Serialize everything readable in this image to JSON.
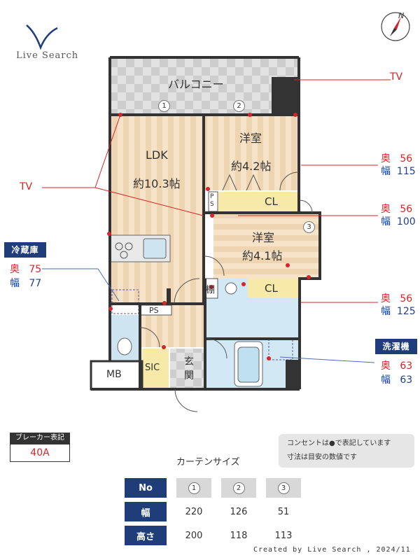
{
  "logo": {
    "text": "Live Search"
  },
  "compass": {
    "label": "N"
  },
  "rooms": {
    "balcony": "バルコニー",
    "ldk_name": "LDK",
    "ldk_size": "約10.3帖",
    "room1_name": "洋室",
    "room1_size": "約4.2帖",
    "room2_name": "洋室",
    "room2_size": "約4.1帖",
    "cl1": "CL",
    "cl2": "CL",
    "ps_v": "PS",
    "ps_h": "PS",
    "tana": "棚",
    "mb": "MB",
    "sic": "SIC",
    "genkan": "玄関",
    "win1": "1",
    "win2": "2",
    "win3": "3"
  },
  "tv_left": "TV",
  "tv_right": "TV",
  "dims_right": [
    {
      "oku_label": "奥",
      "oku_value": "56",
      "haba_label": "幅",
      "haba_value": "115"
    },
    {
      "oku_label": "奥",
      "oku_value": "56",
      "haba_label": "幅",
      "haba_value": "100"
    },
    {
      "oku_label": "奥",
      "oku_value": "56",
      "haba_label": "幅",
      "haba_value": "125"
    }
  ],
  "fridge": {
    "title": "冷蔵庫",
    "oku_label": "奥",
    "oku_value": "75",
    "haba_label": "幅",
    "haba_value": "77"
  },
  "washer": {
    "title": "洗濯機",
    "oku_label": "奥",
    "oku_value": "63",
    "haba_label": "幅",
    "haba_value": "63"
  },
  "breaker": {
    "title": "ブレーカー表記",
    "value": "40A"
  },
  "notes": {
    "line1": "コンセントは●で表記しています",
    "line2": "寸法は目安の数値です"
  },
  "curtain": {
    "title": "カーテンサイズ",
    "header": "No",
    "numbers": [
      "1",
      "2",
      "3"
    ],
    "rows": [
      {
        "label": "幅",
        "values": [
          "220",
          "126",
          "51"
        ]
      },
      {
        "label": "高さ",
        "values": [
          "200",
          "118",
          "113"
        ]
      }
    ]
  },
  "footer": "Created by Live Search , 2024/11",
  "colors": {
    "navy": "#1f3d7a",
    "red": "#d8232a",
    "wood": "#f3dcc0",
    "bath": "#cfe6f3",
    "dark": "#333333"
  }
}
